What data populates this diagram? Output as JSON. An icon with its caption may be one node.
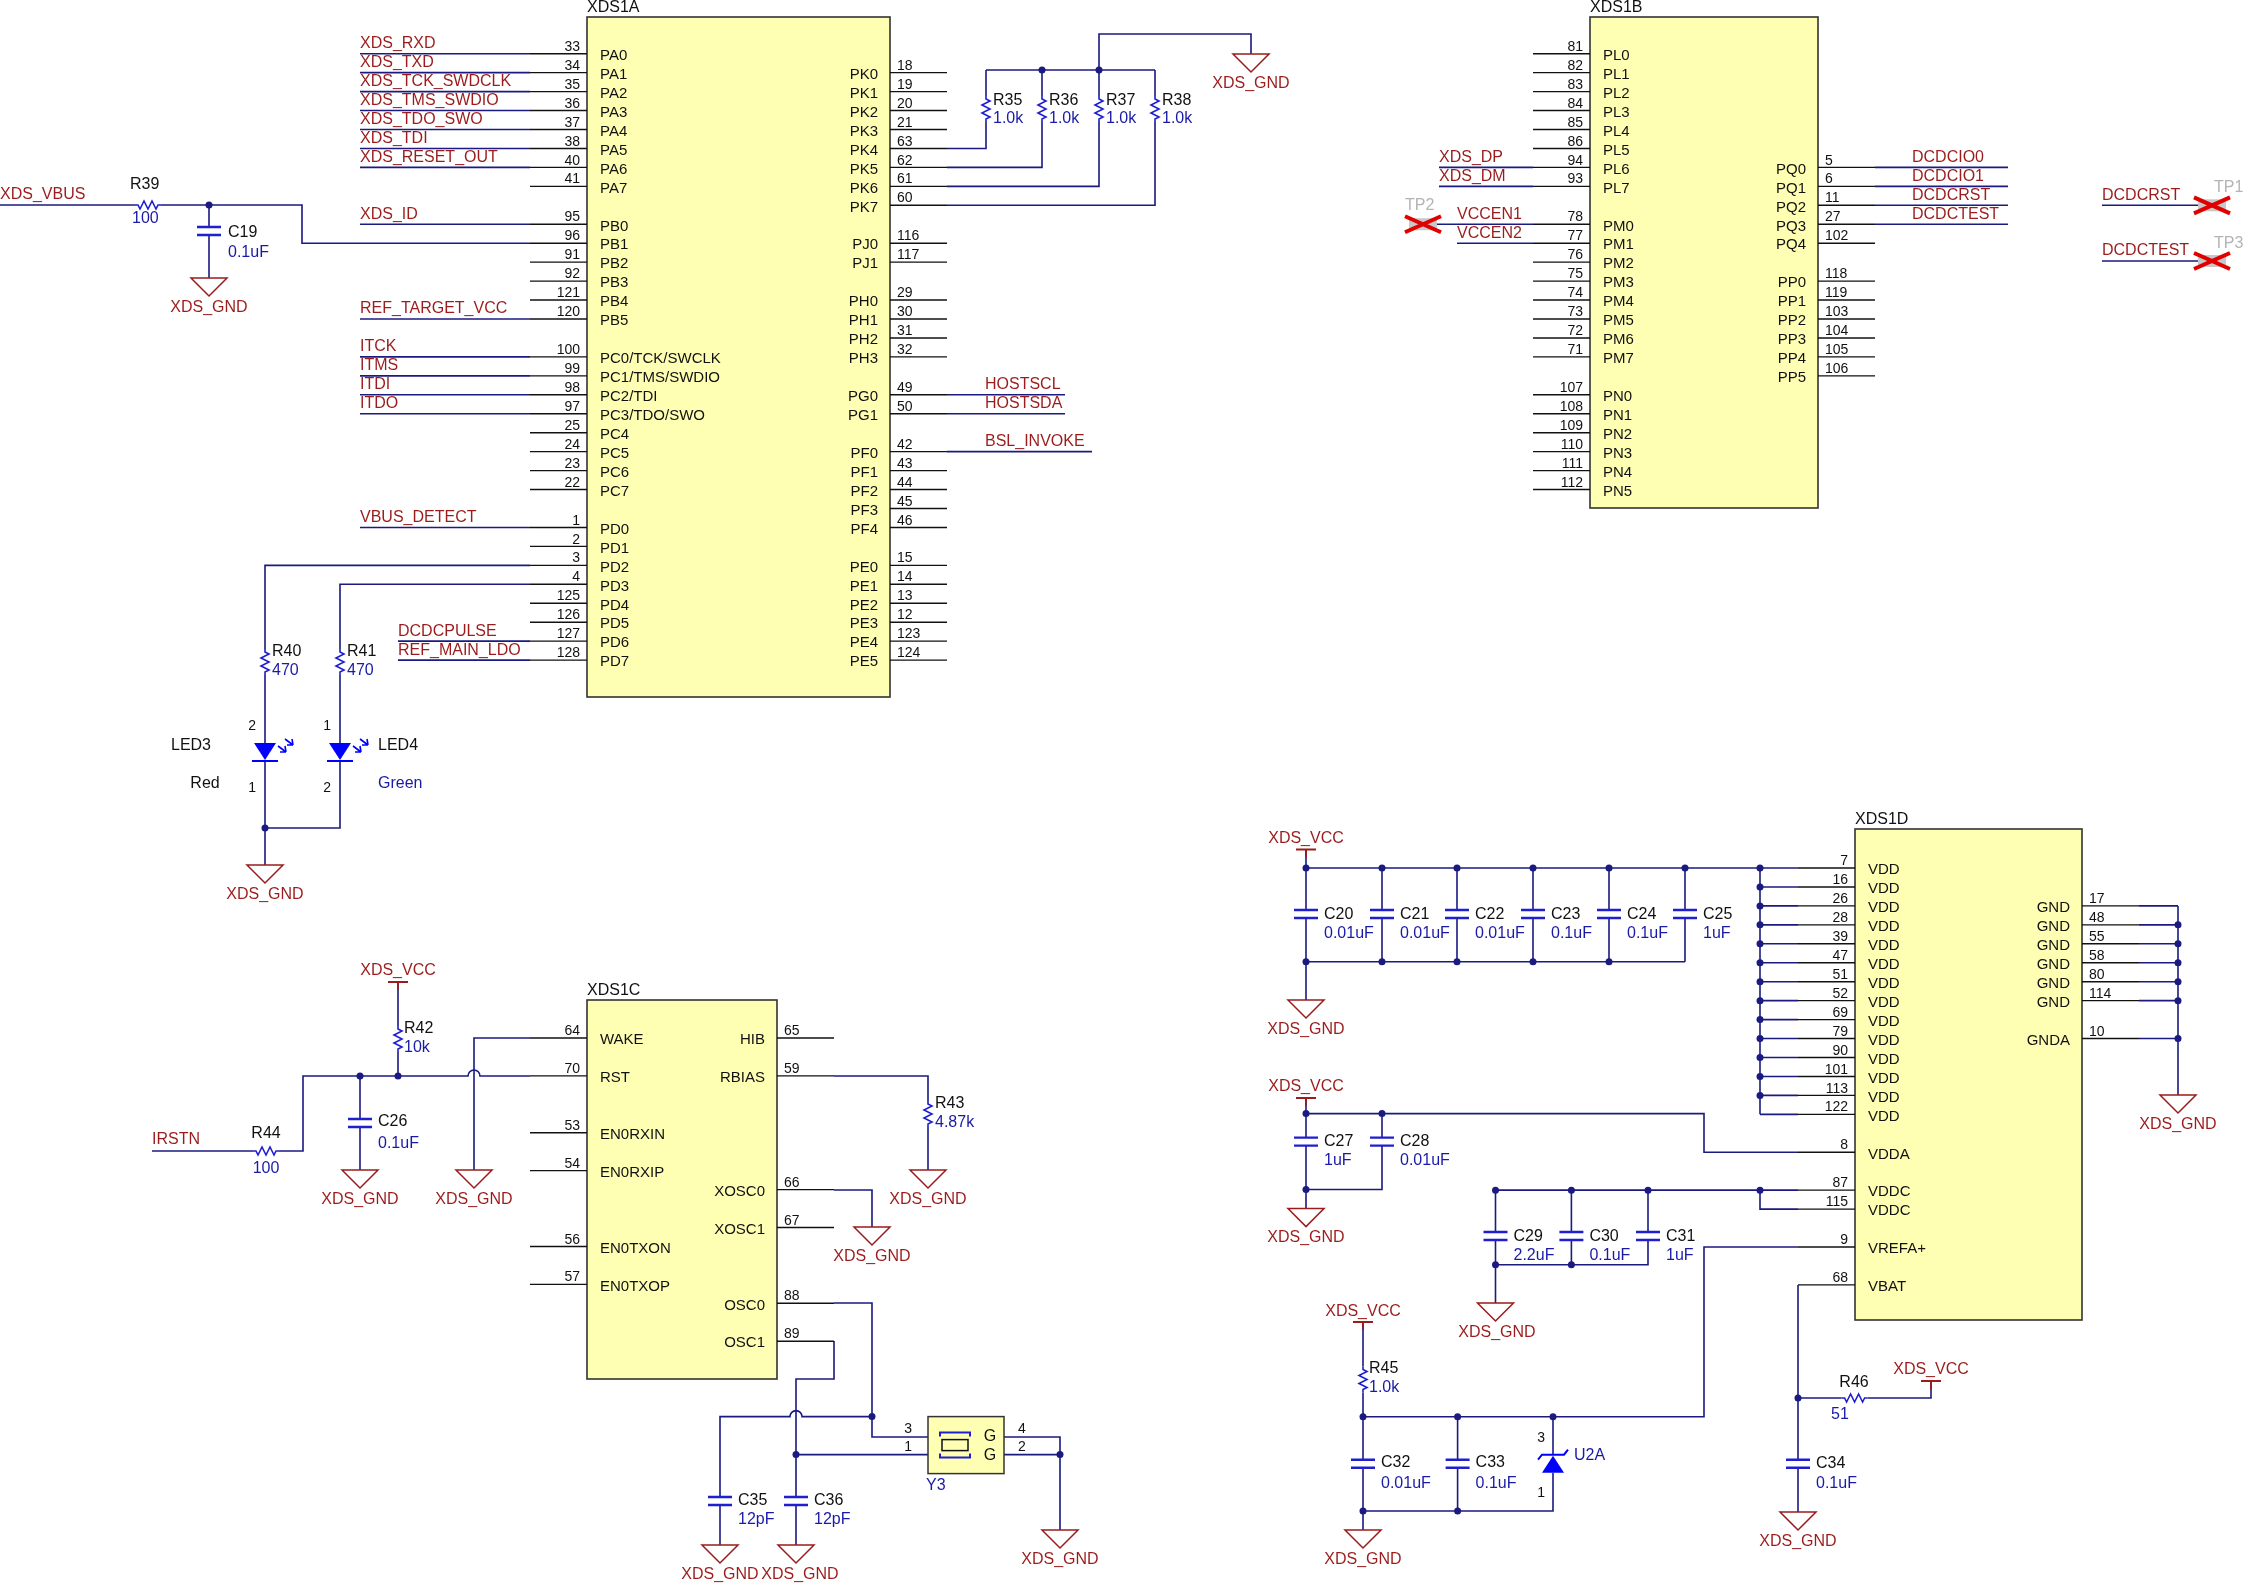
{
  "diagram": {
    "labels": [
      "XDS1A",
      "33",
      "PA0",
      "34",
      "PA1",
      "35",
      "PA2",
      "36",
      "PA3",
      "37",
      "PA4",
      "38",
      "PA5",
      "40",
      "PA6",
      "41",
      "PA7",
      "95",
      "PB0",
      "96",
      "PB1",
      "91",
      "PB2",
      "92",
      "PB3",
      "121",
      "PB4",
      "120",
      "PB5",
      "100",
      "PC0/TCK/SWCLK",
      "99",
      "PC1/TMS/SWDIO",
      "98",
      "PC2/TDI",
      "97",
      "PC3/TDO/SWO",
      "25",
      "PC4",
      "24",
      "PC5",
      "23",
      "PC6",
      "22",
      "PC7",
      "1",
      "PD0",
      "2",
      "PD1",
      "3",
      "PD2",
      "4",
      "PD3",
      "125",
      "PD4",
      "126",
      "PD5",
      "127",
      "PD6",
      "128",
      "PD7",
      "PK0",
      "18",
      "PK1",
      "19",
      "PK2",
      "20",
      "PK3",
      "21",
      "PK4",
      "63",
      "PK5",
      "62",
      "PK6",
      "61",
      "PK7",
      "60",
      "PJ0",
      "116",
      "PJ1",
      "117",
      "PH0",
      "29",
      "PH1",
      "30",
      "PH2",
      "31",
      "PH3",
      "32",
      "PG0",
      "49",
      "PG1",
      "50",
      "PF0",
      "42",
      "PF1",
      "43",
      "PF2",
      "44",
      "PF3",
      "45",
      "PF4",
      "46",
      "PE0",
      "15",
      "PE1",
      "14",
      "PE2",
      "13",
      "PE3",
      "12",
      "PE4",
      "123",
      "PE5",
      "124",
      "XDS_RXD",
      "XDS_TXD",
      "XDS_TCK_SWDCLK",
      "XDS_TMS_SWDIO",
      "XDS_TDO_SWO",
      "XDS_TDI",
      "XDS_RESET_OUT",
      "XDS_VBUS",
      "R39",
      "100",
      "C19",
      "0.1uF",
      "XDS_GND",
      "XDS_ID",
      "REF_TARGET_VCC",
      "ITCK",
      "ITMS",
      "ITDI",
      "ITDO",
      "VBUS_DETECT",
      "DCDCPULSE",
      "R40",
      "R41",
      "REF_MAIN_LDO",
      "470",
      "470",
      "2",
      "LED3",
      "Red",
      "1",
      "1",
      "LED4",
      "Green",
      "2",
      "XDS_GND",
      "R35",
      "1.0k",
      "R36",
      "1.0k",
      "R37",
      "1.0k",
      "R38",
      "1.0k",
      "XDS_GND",
      "HOSTSCL",
      "HOSTSDA",
      "BSL_INVOKE",
      "XDS1B",
      "81",
      "PL0",
      "82",
      "PL1",
      "83",
      "PL2",
      "84",
      "PL3",
      "85",
      "PL4",
      "86",
      "PL5",
      "94",
      "PL6",
      "93",
      "PL7",
      "78",
      "PM0",
      "77",
      "PM1",
      "76",
      "PM2",
      "75",
      "PM3",
      "74",
      "PM4",
      "73",
      "PM5",
      "72",
      "PM6",
      "71",
      "PM7",
      "107",
      "PN0",
      "108",
      "PN1",
      "109",
      "PN2",
      "110",
      "PN3",
      "111",
      "PN4",
      "112",
      "PN5",
      "PQ0",
      "5",
      "PQ1",
      "6",
      "PQ2",
      "11",
      "PQ3",
      "27",
      "PQ4",
      "102",
      "PP0",
      "118",
      "PP1",
      "119",
      "PP2",
      "103",
      "PP3",
      "104",
      "PP4",
      "105",
      "PP5",
      "106",
      "XDS_DP",
      "XDS_DM",
      "TP2",
      "VCCEN1",
      "VCCEN2",
      "DCDCIO0",
      "DCDCIO1",
      "DCDCRST",
      "DCDCTEST",
      "DCDCRST",
      "TP1",
      "DCDCTEST",
      "TP3",
      "XDS1C",
      "64",
      "WAKE",
      "70",
      "RST",
      "53",
      "EN0RXIN",
      "54",
      "EN0RXIP",
      "56",
      "EN0TXON",
      "57",
      "EN0TXOP",
      "HIB",
      "65",
      "RBIAS",
      "59",
      "XOSC0",
      "66",
      "XOSC1",
      "67",
      "OSC0",
      "88",
      "OSC1",
      "89",
      "XDS_VCC",
      "R42",
      "10k",
      "IRSTN",
      "R44",
      "100",
      "C26",
      "0.1uF",
      "XDS_GND",
      "XDS_GND",
      "R43",
      "4.87k",
      "XDS_GND",
      "XDS_GND",
      "3",
      "1",
      "4",
      "2",
      "G",
      "G",
      "Y3",
      "C35",
      "12pF",
      "C36",
      "12pF",
      "XDS_GND",
      "XDS_GND",
      "XDS_GND",
      "XDS1D",
      "7",
      "VDD",
      "16",
      "VDD",
      "26",
      "VDD",
      "28",
      "VDD",
      "39",
      "VDD",
      "47",
      "VDD",
      "51",
      "VDD",
      "52",
      "VDD",
      "69",
      "VDD",
      "79",
      "VDD",
      "90",
      "VDD",
      "101",
      "VDD",
      "113",
      "VDD",
      "122",
      "VDD",
      "8",
      "VDDA",
      "87",
      "VDDC",
      "115",
      "VDDC",
      "9",
      "VREFA+",
      "68",
      "VBAT",
      "GND",
      "17",
      "GND",
      "48",
      "GND",
      "55",
      "GND",
      "58",
      "GND",
      "80",
      "GND",
      "114",
      "GNDA",
      "10",
      "XDS_VCC",
      "C20",
      "0.01uF",
      "C21",
      "0.01uF",
      "C22",
      "0.01uF",
      "C23",
      "0.1uF",
      "C24",
      "0.1uF",
      "C25",
      "1uF",
      "XDS_GND",
      "XDS_GND",
      "XDS_VCC",
      "C27",
      "1uF",
      "C28",
      "0.01uF",
      "XDS_GND",
      "C29",
      "2.2uF",
      "C30",
      "0.1uF",
      "C31",
      "1uF",
      "XDS_GND",
      "XDS_VCC",
      "R45",
      "1.0k",
      "C32",
      "0.01uF",
      "C33",
      "0.1uF",
      "3",
      "U2A",
      "1",
      "XDS_GND",
      "R46",
      "51",
      "XDS_VCC",
      "C34",
      "0.1uF",
      "XDS_GND"
    ]
  }
}
